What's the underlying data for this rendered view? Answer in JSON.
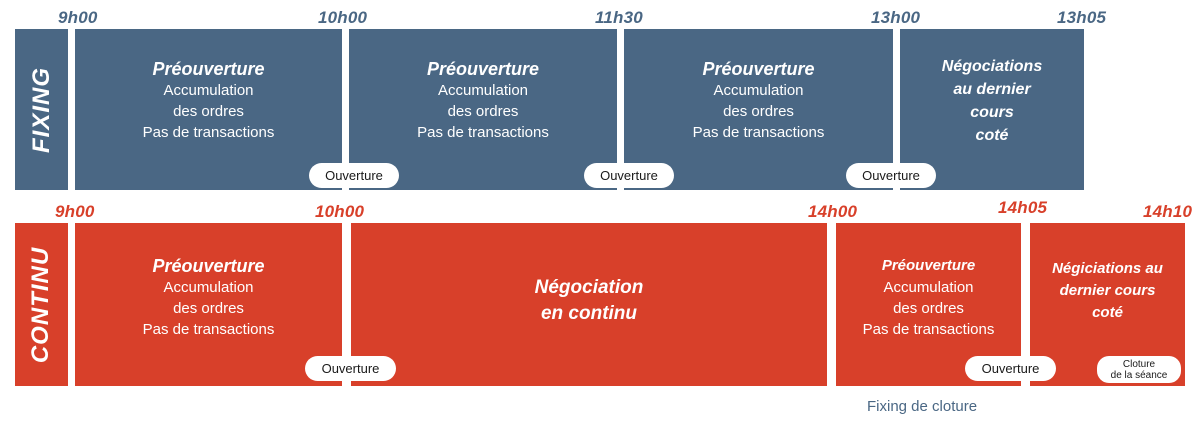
{
  "colors": {
    "fixing": "#4a6784",
    "continu": "#d8402a",
    "pill": "#ffffff"
  },
  "fixing": {
    "label": "FIXING",
    "times": [
      "9h00",
      "10h00",
      "11h30",
      "13h00",
      "13h05"
    ],
    "blocks": [
      {
        "title": "Préouverture",
        "lines": [
          "Accumulation",
          "des ordres",
          "Pas de transactions"
        ]
      },
      {
        "title": "Préouverture",
        "lines": [
          "Accumulation",
          "des ordres",
          "Pas de transactions"
        ]
      },
      {
        "title": "Préouverture",
        "lines": [
          "Accumulation",
          "des ordres",
          "Pas de transactions"
        ]
      },
      {
        "title_lines": [
          "Négociations",
          "au dernier",
          "cours",
          "coté"
        ]
      }
    ],
    "pills": [
      "Ouverture",
      "Ouverture",
      "Ouverture"
    ]
  },
  "continu": {
    "label": "CONTINU",
    "times": [
      "9h00",
      "10h00",
      "14h00",
      "14h05",
      "14h10"
    ],
    "blocks": [
      {
        "title": "Préouverture",
        "lines": [
          "Accumulation",
          "des ordres",
          "Pas de transactions"
        ]
      },
      {
        "title_lines": [
          "Négociation",
          "en continu"
        ]
      },
      {
        "title": "Préouverture",
        "lines": [
          "Accumulation",
          "des ordres",
          "Pas de transactions"
        ]
      },
      {
        "title_lines": [
          "Négiciations au",
          "dernier cours",
          "coté"
        ]
      }
    ],
    "pills": [
      "Ouverture",
      "Ouverture"
    ],
    "closing_pill": [
      "Cloture",
      "de la séance"
    ],
    "caption": "Fixing de cloture"
  }
}
